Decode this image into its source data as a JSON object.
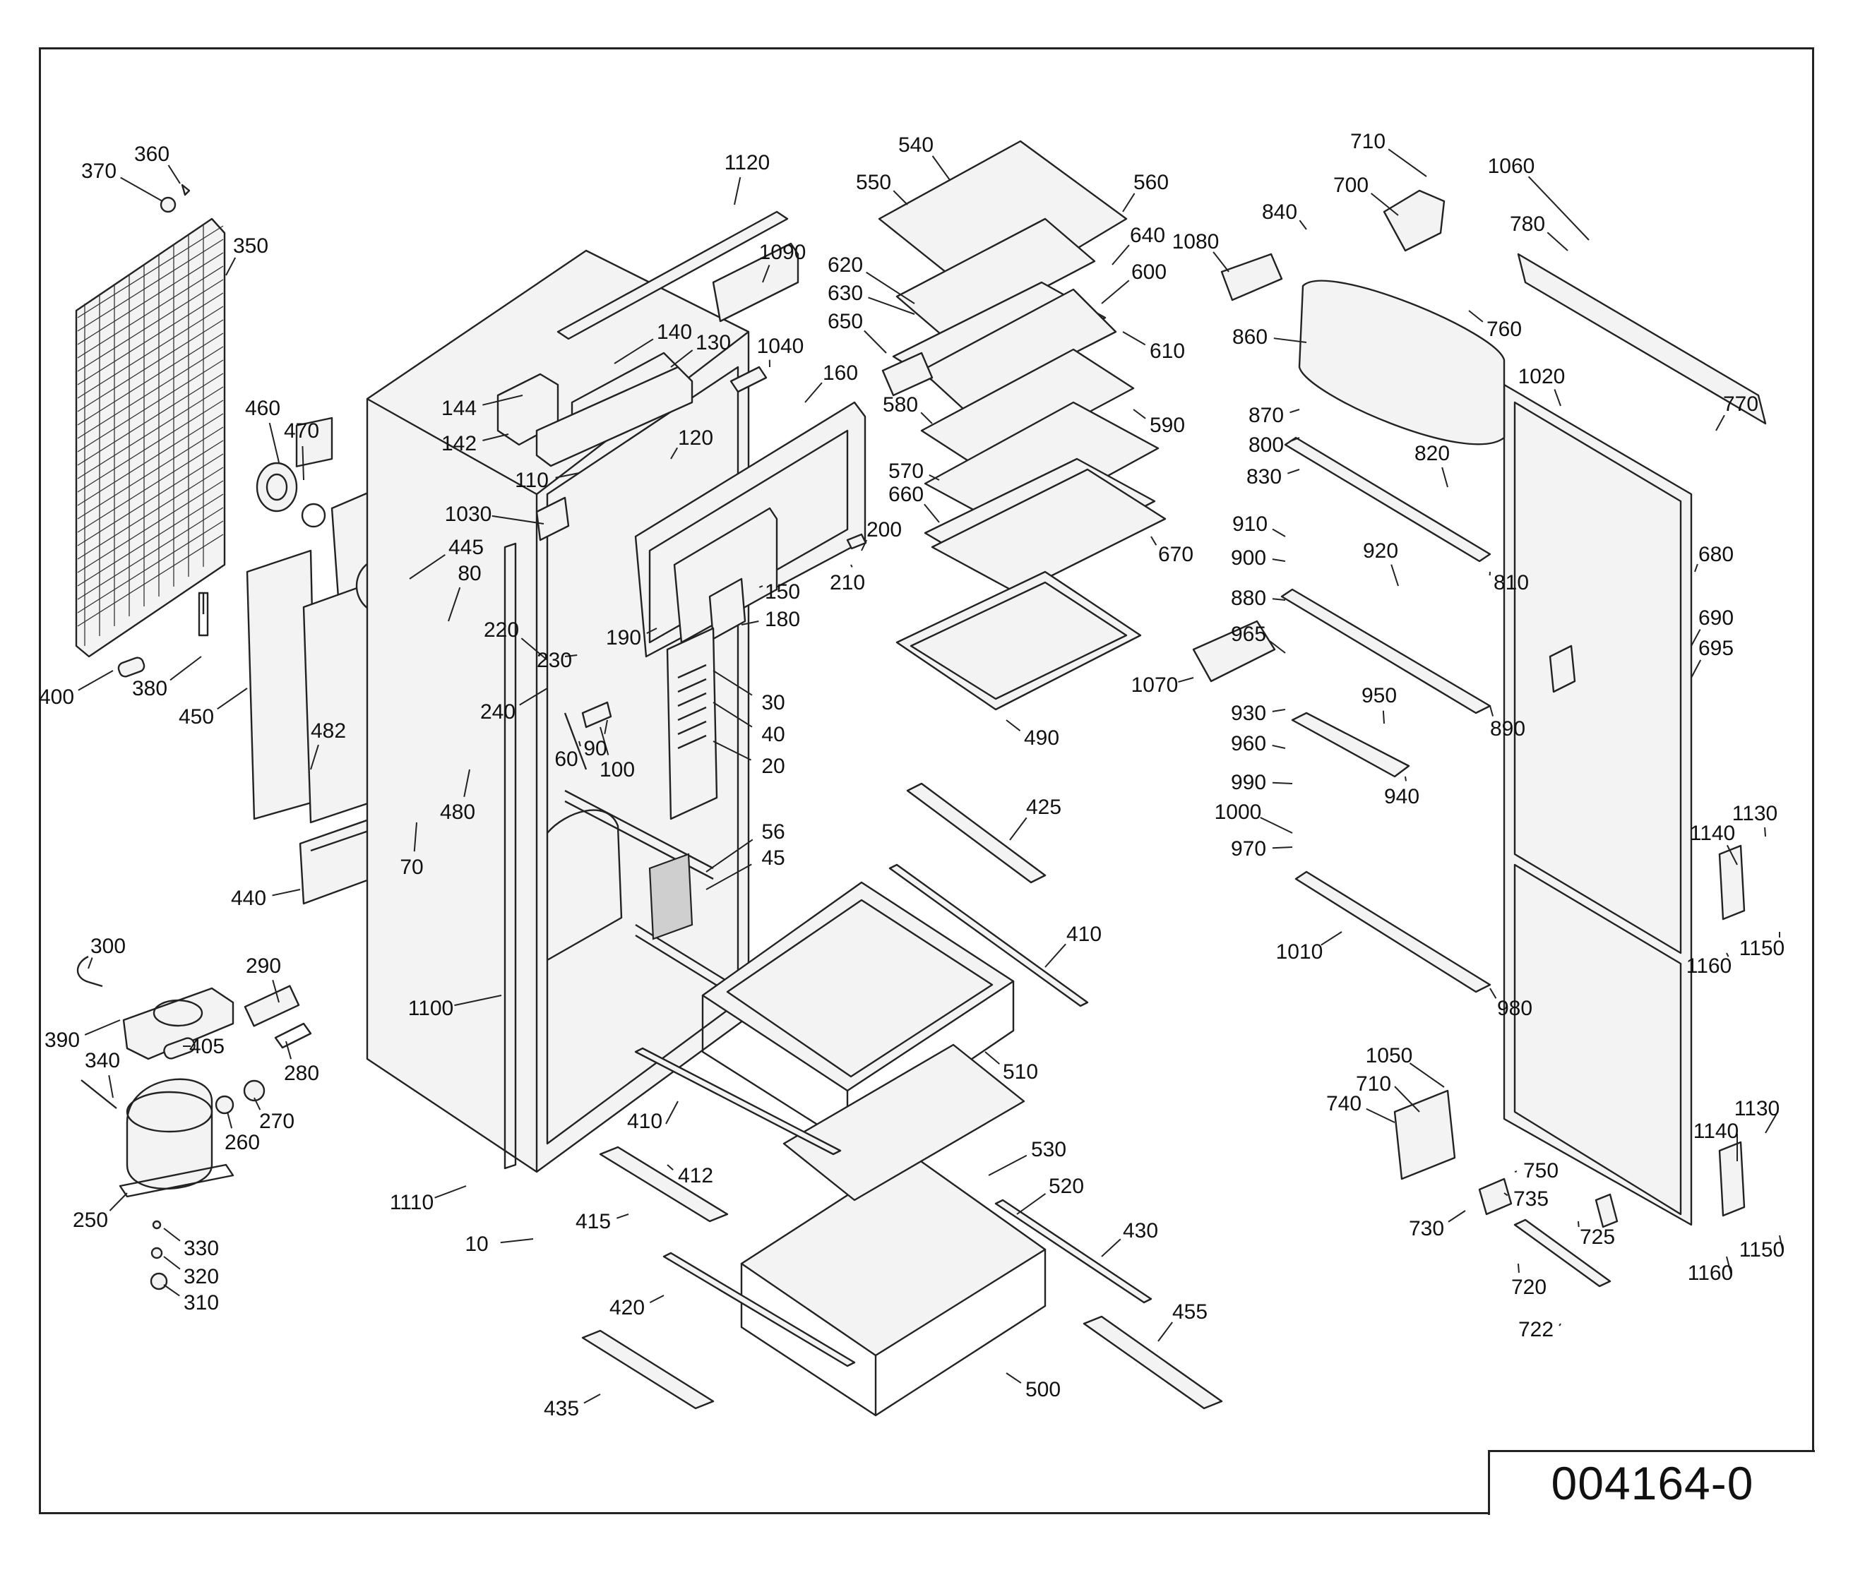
{
  "diagram": {
    "type": "exploded-parts-view",
    "document_number": "004164-0",
    "callouts": [
      "10",
      "20",
      "30",
      "40",
      "45",
      "56",
      "60",
      "70",
      "80",
      "90",
      "100",
      "110",
      "120",
      "130",
      "140",
      "142",
      "144",
      "150",
      "160",
      "180",
      "190",
      "200",
      "210",
      "220",
      "230",
      "240",
      "250",
      "260",
      "270",
      "280",
      "290",
      "300",
      "310",
      "320",
      "330",
      "340",
      "350",
      "360",
      "370",
      "380",
      "390",
      "400",
      "405",
      "410",
      "412",
      "415",
      "420",
      "425",
      "430",
      "435",
      "440",
      "445",
      "450",
      "455",
      "460",
      "470",
      "480",
      "482",
      "490",
      "500",
      "510",
      "520",
      "530",
      "540",
      "550",
      "560",
      "570",
      "580",
      "590",
      "600",
      "610",
      "620",
      "630",
      "640",
      "650",
      "660",
      "670",
      "680",
      "690",
      "695",
      "700",
      "710",
      "720",
      "722",
      "725",
      "730",
      "735",
      "740",
      "750",
      "760",
      "770",
      "780",
      "800",
      "810",
      "820",
      "830",
      "840",
      "860",
      "870",
      "880",
      "890",
      "900",
      "910",
      "920",
      "930",
      "940",
      "950",
      "960",
      "965",
      "970",
      "980",
      "990",
      "1000",
      "1010",
      "1020",
      "1030",
      "1040",
      "1050",
      "1060",
      "1070",
      "1080",
      "1090",
      "1100",
      "1110",
      "1120",
      "1130",
      "1140",
      "1150",
      "1160"
    ]
  }
}
